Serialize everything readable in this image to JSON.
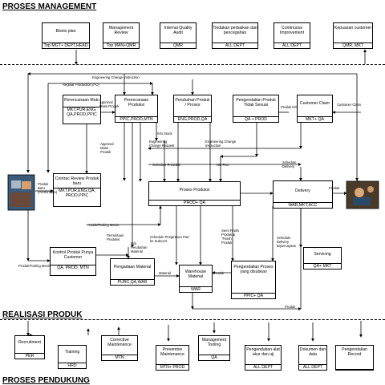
{
  "sections": {
    "management": "PROSES MANAGEMENT",
    "realisasi": "REALISASI PRODUK",
    "pendukung": "PROSES PENDUKUNG"
  },
  "management": [
    {
      "title": "Bisnis plan",
      "owner": "Top MGT+ DEPT.HEAD"
    },
    {
      "title": "Management Review",
      "owner": "Top MAN+QMR"
    },
    {
      "title": "Internal Quality Audit",
      "owner": "QMR"
    },
    {
      "title": "Tindakan perbaikan dan pencegahan",
      "owner": "ALL DEPT"
    },
    {
      "title": "Continuous Improvement",
      "owner": "ALL DEPT"
    },
    {
      "title": "Kepuasan customer",
      "owner": "QMR, MKT"
    }
  ],
  "realisasi": {
    "perencanaan_mutu": {
      "title": "Perencanaan Mutu",
      "owner": "MKT,PUR,ENG, QA,PROD,PPIC"
    },
    "perencanaan_produksi": {
      "title": "Perencanaan Produksi",
      "owner": "PPIC,PROD,MTN"
    },
    "perubahan_produk": {
      "title": "Perubahan Produk / Proses",
      "owner": "ENG,PROD,QA"
    },
    "pengendalian_produk": {
      "title": "Pengendalian Produk Tidak Sesuai",
      "owner": "QA + PROD"
    },
    "customer_claim": {
      "title": "Customer Claim",
      "owner": "MKT+ QA"
    },
    "contract_review": {
      "title": "Contrac Review Produk baru",
      "owner": "MKT,PUR,ENG,QA, PROD,PPIC"
    },
    "proses_produksi": {
      "title": "Proses Produksi",
      "owner": "PROD+ QA"
    },
    "delivery": {
      "title": "Delivery",
      "owner": "WAR,MKT,ACC"
    },
    "servicing": {
      "title": "Servicing",
      "owner": "QA+ MKT"
    },
    "kontrol_produk": {
      "title": "Kontrol Produk Punya Customer",
      "owner": "QA, PROD, MTN"
    },
    "pengadaan": {
      "title": "Pengadaan Material",
      "owner": "PURC,QA,WAR"
    },
    "warehouse": {
      "title": "Warehouse Material",
      "owner": "WAR"
    },
    "pengendalian_proses": {
      "title": "Pengendalian Proses yang disubkan",
      "owner": "PPIC+ QA"
    }
  },
  "pendukung": [
    {
      "title": "Recruitment",
      "owner": "PER"
    },
    {
      "title": "Training",
      "owner": "HRD"
    },
    {
      "title": "Corrective Maintenance",
      "owner": "MTN"
    },
    {
      "title": "Preventive Maintenance",
      "owner": "MTN+ PROD"
    },
    {
      "title": "Management Tooling",
      "owner": "QA"
    },
    {
      "title": "Pengendalian alat ukur dan uji",
      "owner": "ALL DEPT"
    },
    {
      "title": "Dokumen dan data",
      "owner": "ALL DEPT"
    },
    {
      "title": "Pengendalian Record",
      "owner": ""
    }
  ],
  "labels": {
    "eng_change": "Engineering Change Instruction",
    "regular_po": "Regular Production (PO)",
    "approval_mass": "Approval\nMass Produk",
    "approval_mass2": "Approval\nMass\nProduk",
    "info_stock": "Info Stock",
    "eng_change_req": "Engineering\nChange Request",
    "eng_change_instr": "Engineering Change\nInstruction",
    "produk_ng": "Produk NG",
    "customer_claim": "Customer Claim",
    "schedule_produksi": "Schedule Produksi",
    "ng_part": "NG Part",
    "schedule_delivery": "Schedule\nDelivery",
    "produk_baru": "Produk\nBaru\n(Permintaan)",
    "produk": "Produk",
    "produk_tooling": "Produk/Tooling Mesin",
    "permintaan_produksi": "Permintaan\nProduksi",
    "info_perubahan": "Info\nPerubahan\nMaterial",
    "schedule_pengiriman": "Schedule Pengiriman Part\nke Subcont",
    "semi_finish": "Semi Finish\nProduk &\n\"Finish\nProduk\"",
    "schedule_delivery_kepercayaan": "Schedule\nDelivery\nkepercayaan",
    "material": "Material",
    "produk_tooling2": "Produk/Tooling Mesin",
    "produk2": "Produk",
    "produk3": "Produk"
  }
}
